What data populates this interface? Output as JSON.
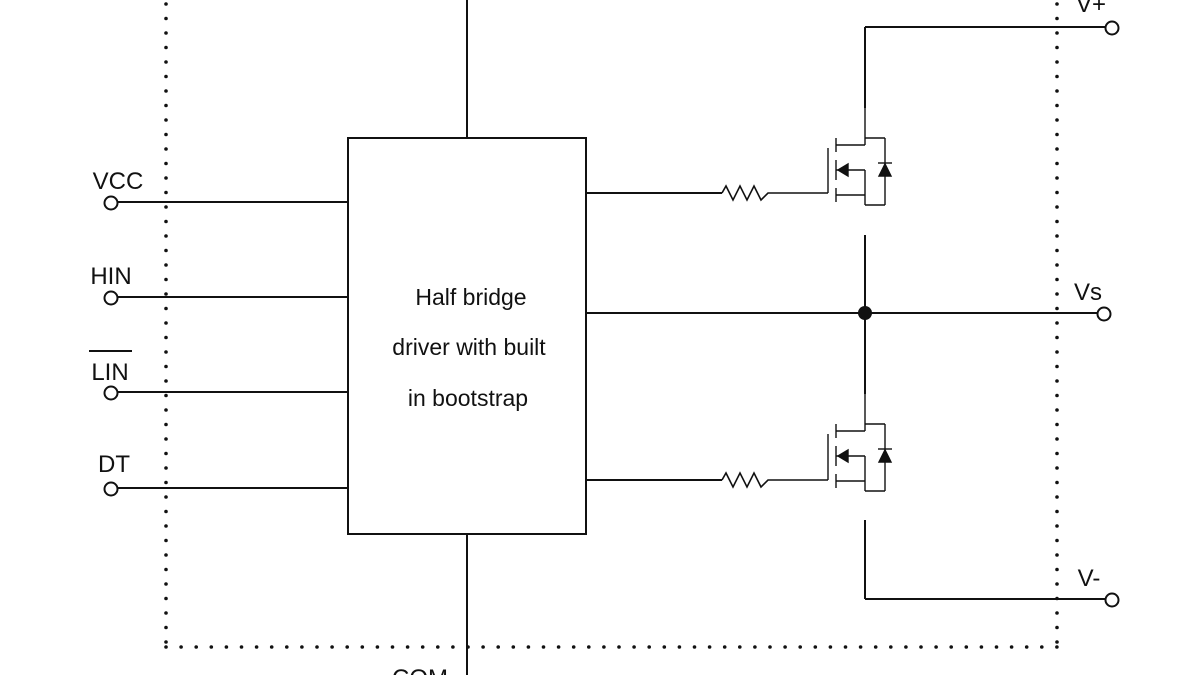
{
  "diagram": {
    "driver_block": {
      "lines": [
        "Half bridge",
        "driver with built",
        "in bootstrap"
      ]
    },
    "input_pins": {
      "vcc": "VCC",
      "hin": "HIN",
      "lin": "LIN",
      "dt": "DT"
    },
    "output_pins": {
      "v_plus": "V+",
      "vs": "Vs",
      "v_minus": "V-"
    },
    "bottom_pin": "COM",
    "colors": {
      "line": "#111111",
      "background": "#ffffff"
    }
  }
}
